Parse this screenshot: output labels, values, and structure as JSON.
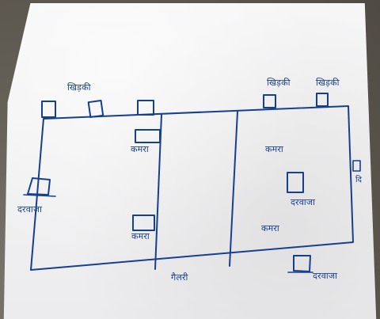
{
  "labels": {
    "window_top_left": "खिड़की",
    "window_top_right_1": "खिड़की",
    "window_top_right_2": "खिड़की",
    "room_left_upper": "कमरा",
    "door_left": "दरवाजा",
    "room_left_lower": "कमरा",
    "corridor": "गैलरी",
    "room_right_upper": "कमरा",
    "door_right_inner": "दरवाजा",
    "room_right_lower": "कमरा",
    "door_bottom_right": "दरवाजा",
    "edge_right_mark": "दि"
  },
  "colors": {
    "ink": "#173f8f",
    "paper": "#f3f3f4",
    "background": "#6f6a61"
  }
}
